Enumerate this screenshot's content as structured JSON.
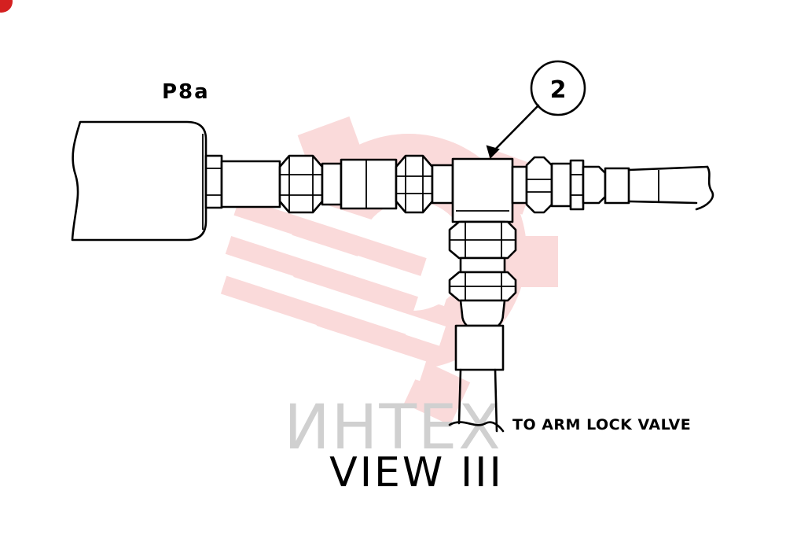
{
  "labels": {
    "connector": "P8a",
    "callout": "2",
    "destination": "TO ARM LOCK VALVE",
    "view": "VIEW III"
  },
  "watermark": {
    "text": "ИНТЕХ",
    "color": "#f4b5b5",
    "text_color": "#d0d0d0"
  },
  "corner_mark_color": "#d42020"
}
